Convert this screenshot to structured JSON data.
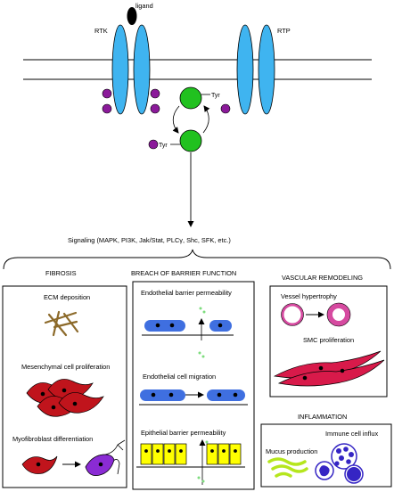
{
  "top": {
    "ligand_label": "ligand",
    "rtk_label": "RTK",
    "rtp_label": "RTP",
    "tyr_right": "Tyr",
    "tyr_left": "Tyr",
    "signaling": "Signaling  (MAPK, PI3K, Jak/Stat, PLCγ, Shc, SFK, etc.)"
  },
  "fibrosis": {
    "title": "FIBROSIS",
    "ecm": "ECM deposition",
    "mesenchymal": "Mesenchymal cell proliferation",
    "myofibroblast": "Myofibroblast differentiation"
  },
  "barrier": {
    "title": "BREACH OF BARRIER FUNCTION",
    "endo_perm": "Endothelial barrier permeability",
    "endo_mig": "Endothelial cell migration",
    "epi_perm": "Epithelial barrier permeability"
  },
  "vascular": {
    "title": "VASCULAR REMODELING",
    "hypertrophy": "Vessel hypertrophy",
    "smc": "SMC proliferation"
  },
  "inflammation": {
    "title": "INFLAMMATION",
    "mucus": "Mucus production",
    "immune": "Immune cell influx"
  },
  "colors": {
    "receptor": "#3fb4f0",
    "phospho": "#8b1a9a",
    "enzyme": "#21c11f",
    "cell_red": "#c0141c",
    "cell_purple": "#8a2bd4",
    "endothelial": "#3f6fe0",
    "epithelial": "#ffff00",
    "vascular_ring": "#d64aa0",
    "smc": "#d81a4a",
    "mucus": "#b5e61d",
    "immune": "#3525c4",
    "ecm": "#8c6a2a",
    "leak": "#7edc7e"
  }
}
